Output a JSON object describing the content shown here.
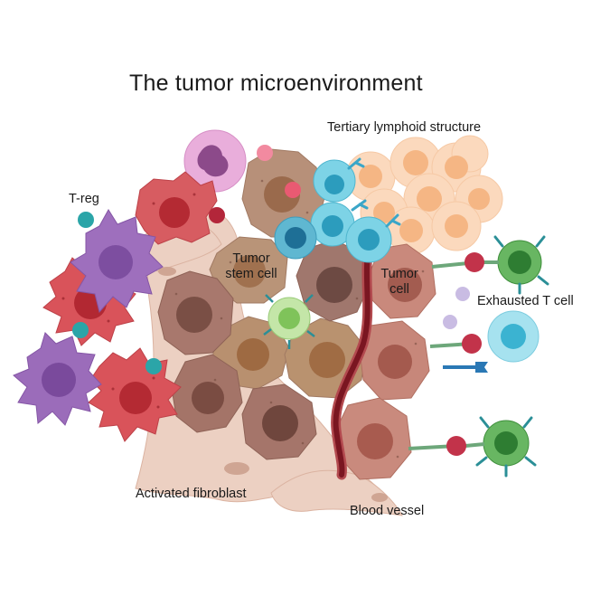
{
  "title": "The tumor microenvironment",
  "labels": {
    "tls": "Tertiary lymphoid structure",
    "treg": "T-reg",
    "stem_line1": "Tumor",
    "stem_line2": "stem cell",
    "tumor_line1": "Tumor",
    "tumor_line2": "cell",
    "exhausted": "Exhausted T cell",
    "fibroblast": "Activated fibroblast",
    "vessel": "Blood vessel"
  },
  "colors": {
    "tumor_cell": "#c98a7c",
    "tumor_stem_cell": "#b88e73",
    "treg": "#9b6db8",
    "macrophage": "#d7535a",
    "fibroblast": "#e9c8b7",
    "tls_b_cell": "#f5c49e",
    "t_cell_cyan": "#5bc7df",
    "exhausted_t_cell": "#5fae5b",
    "blood_vessel": "#8b1c25",
    "neutrophil": "#e7a9d6"
  }
}
